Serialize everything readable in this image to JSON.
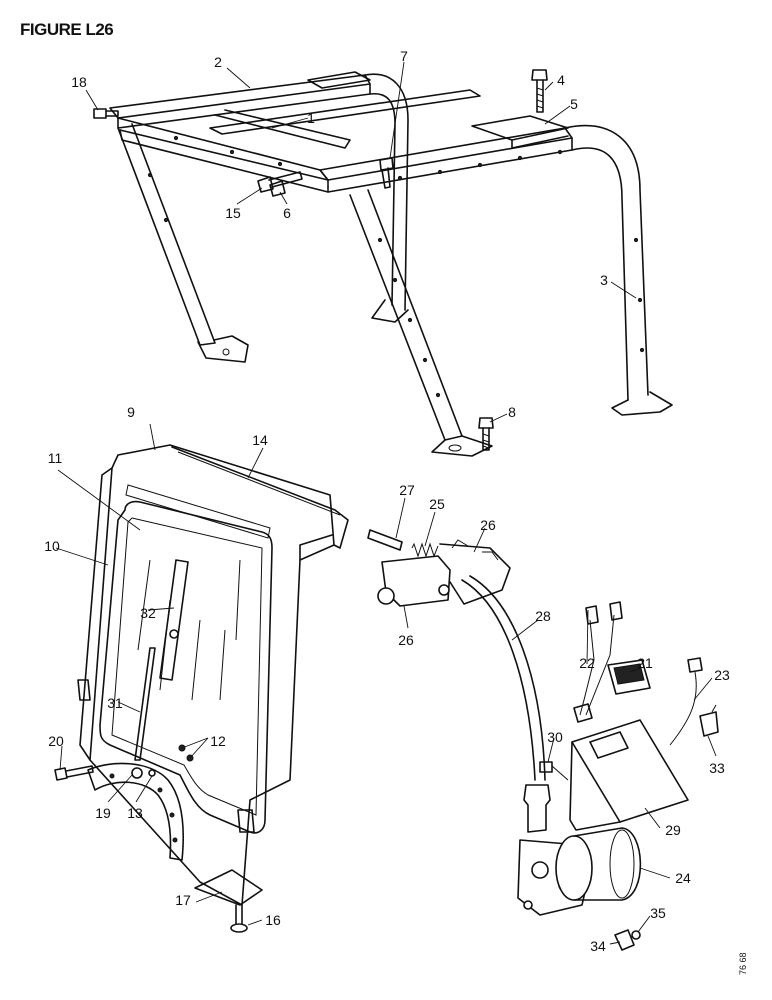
{
  "figure": {
    "title": "FIGURE L26",
    "code": "76 68"
  },
  "callouts": [
    {
      "id": "c1",
      "label": "1"
    },
    {
      "id": "c2",
      "label": "2"
    },
    {
      "id": "c3",
      "label": "3"
    },
    {
      "id": "c4",
      "label": "4"
    },
    {
      "id": "c5",
      "label": "5"
    },
    {
      "id": "c6",
      "label": "6"
    },
    {
      "id": "c7",
      "label": "7"
    },
    {
      "id": "c8",
      "label": "8"
    },
    {
      "id": "c9",
      "label": "9"
    },
    {
      "id": "c10",
      "label": "10"
    },
    {
      "id": "c11",
      "label": "11"
    },
    {
      "id": "c12",
      "label": "12"
    },
    {
      "id": "c13",
      "label": "13"
    },
    {
      "id": "c14",
      "label": "14"
    },
    {
      "id": "c15",
      "label": "15"
    },
    {
      "id": "c16",
      "label": "16"
    },
    {
      "id": "c17",
      "label": "17"
    },
    {
      "id": "c18",
      "label": "18"
    },
    {
      "id": "c19",
      "label": "19"
    },
    {
      "id": "c20",
      "label": "20"
    },
    {
      "id": "c21",
      "label": "21"
    },
    {
      "id": "c22",
      "label": "22"
    },
    {
      "id": "c23",
      "label": "23"
    },
    {
      "id": "c24",
      "label": "24"
    },
    {
      "id": "c25",
      "label": "25"
    },
    {
      "id": "c26a",
      "label": "26"
    },
    {
      "id": "c26b",
      "label": "26"
    },
    {
      "id": "c27",
      "label": "27"
    },
    {
      "id": "c28",
      "label": "28"
    },
    {
      "id": "c29",
      "label": "29"
    },
    {
      "id": "c30",
      "label": "30"
    },
    {
      "id": "c31",
      "label": "31"
    },
    {
      "id": "c32",
      "label": "32"
    },
    {
      "id": "c33",
      "label": "33"
    },
    {
      "id": "c34",
      "label": "34"
    },
    {
      "id": "c35",
      "label": "35"
    }
  ]
}
